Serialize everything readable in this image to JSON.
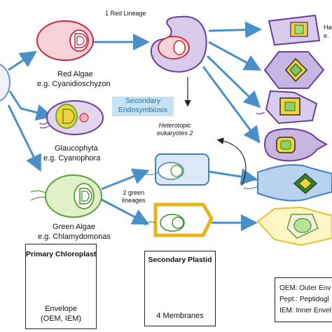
{
  "labels": {
    "red_lineage": "1 Red Lineage",
    "red_algae": "Red Algae",
    "red_algae_example": "e.g. Cyanidioschyzon",
    "secondary_endosymbiosis_line1": "Secondary",
    "secondary_endosymbiosis_line2": "Endosymbiosis",
    "glaucophyta": "Glaucophyta",
    "glaucophyta_example": "e.g. Cyanophora",
    "heterotopic_line1": "Heterotopic",
    "heterotopic_line2": "eukaryotes 2",
    "green_lineages_line1": "2 green",
    "green_lineages_line2": "lineages",
    "green_algae": "Green Algae",
    "green_algae_example": "e.g. Chlamydomonas",
    "top_right_partial_1": "Ha",
    "top_right_partial_2": "e."
  },
  "primary_box": {
    "title": "Primary Chloroplast",
    "caption_line1": "Envelope",
    "caption_line2": "(OEM, IEM)"
  },
  "secondary_box": {
    "title": "Secondary Plastid",
    "caption": "4 Membranes"
  },
  "legend": {
    "line1": "OEM: Outer  Env",
    "line2": "Pept.: Peptidogl",
    "line3": "IEM: Inner Envel"
  },
  "colors": {
    "arrow": "#4a90c8",
    "red_cell": "#f4cfd6",
    "red_outline": "#d0243a",
    "purple_cell": "#d9ccea",
    "purple_outline": "#6a3d9a",
    "green_cell": "#dcefc4",
    "green_outline": "#59a232",
    "blue_cell": "#dbe9f7",
    "blue_outline": "#3f7fc0",
    "yellow": "#f4d23c",
    "cream": "#fff6c8"
  }
}
